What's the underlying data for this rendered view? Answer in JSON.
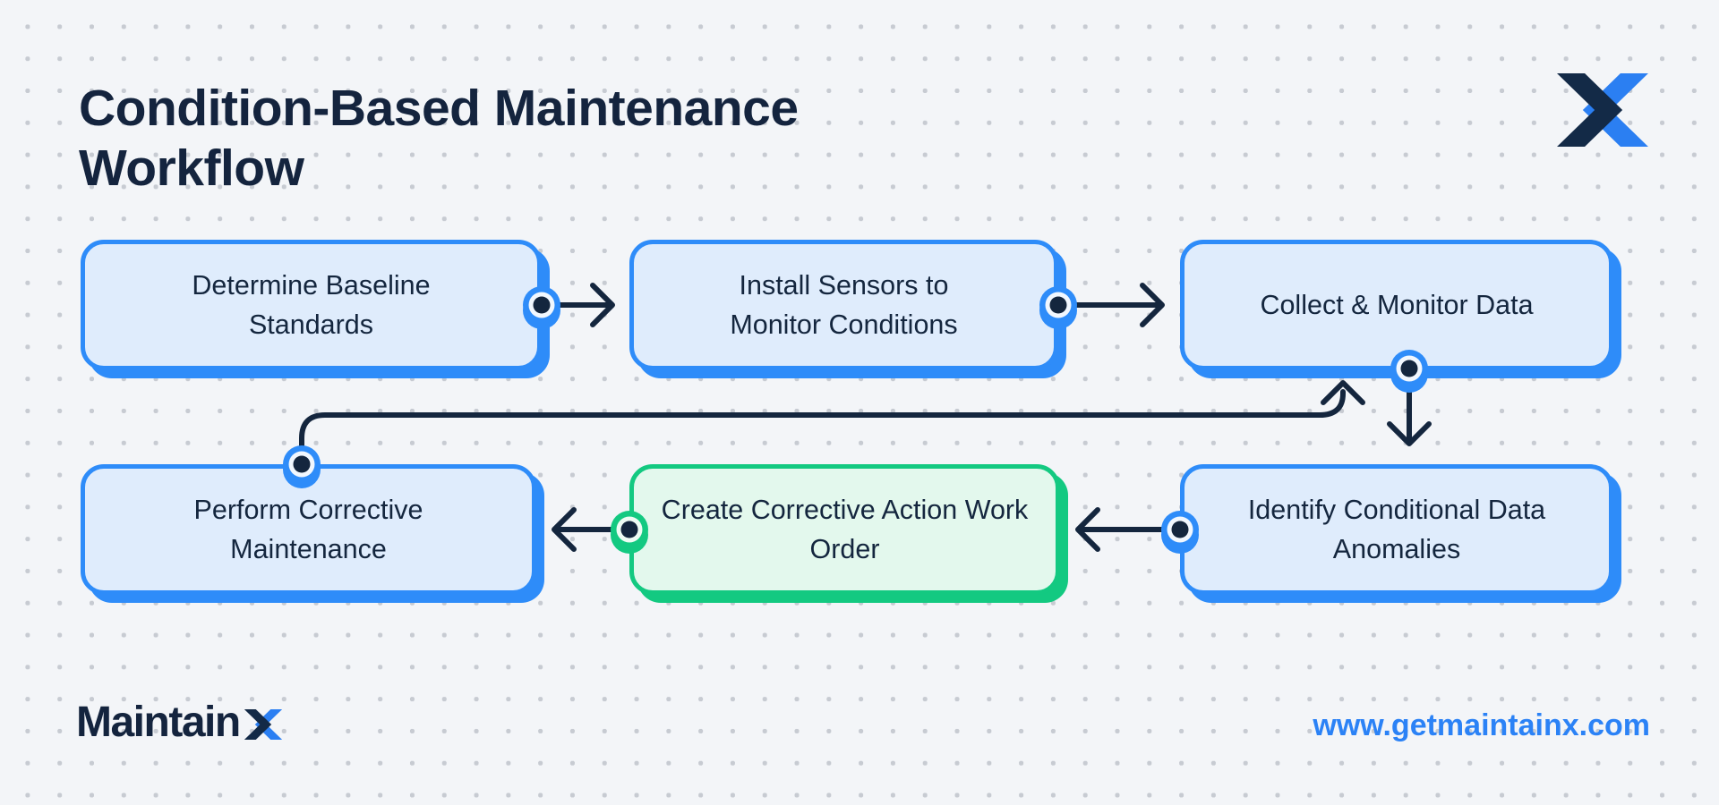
{
  "title": "Condition-Based Maintenance Workflow",
  "workflow": {
    "steps": [
      {
        "id": "determine-baseline-standards",
        "label": "Determine Baseline Standards",
        "variant": "blue"
      },
      {
        "id": "install-sensors-to-monitor-conditions",
        "label": "Install Sensors to Monitor Conditions",
        "variant": "blue"
      },
      {
        "id": "collect-and-monitor-data",
        "label": "Collect & Monitor Data",
        "variant": "blue"
      },
      {
        "id": "identify-conditional-data-anomalies",
        "label": "Identify Conditional Data Anomalies",
        "variant": "blue"
      },
      {
        "id": "create-corrective-action-work-order",
        "label": "Create Corrective Action Work Order",
        "variant": "green"
      },
      {
        "id": "perform-corrective-maintenance",
        "label": "Perform Corrective Maintenance",
        "variant": "blue"
      }
    ],
    "edges": [
      {
        "from": "Determine Baseline Standards",
        "to": "Install Sensors to Monitor Conditions"
      },
      {
        "from": "Install Sensors to Monitor Conditions",
        "to": "Collect & Monitor Data"
      },
      {
        "from": "Collect & Monitor Data",
        "to": "Identify Conditional Data Anomalies"
      },
      {
        "from": "Identify Conditional Data Anomalies",
        "to": "Create Corrective Action Work Order"
      },
      {
        "from": "Create Corrective Action Work Order",
        "to": "Perform Corrective Maintenance"
      },
      {
        "from": "Perform Corrective Maintenance",
        "to": "Collect & Monitor Data"
      }
    ]
  },
  "footer": {
    "wordmark_prefix": "Maintain",
    "wordmark_suffix": "X",
    "website_url": "www.getmaintainx.com"
  },
  "colors": {
    "background": "#f3f5f8",
    "dot_grid": "#c7cbd2",
    "navy": "#14263e",
    "blue_accent": "#2e8cf9",
    "blue_node_fill": "#dfecfc",
    "green_accent": "#13c981",
    "green_node_fill": "#e3f8ed",
    "link_blue": "#2b82f6",
    "logo_navy": "#132a47",
    "logo_blue": "#2b7ff2"
  }
}
